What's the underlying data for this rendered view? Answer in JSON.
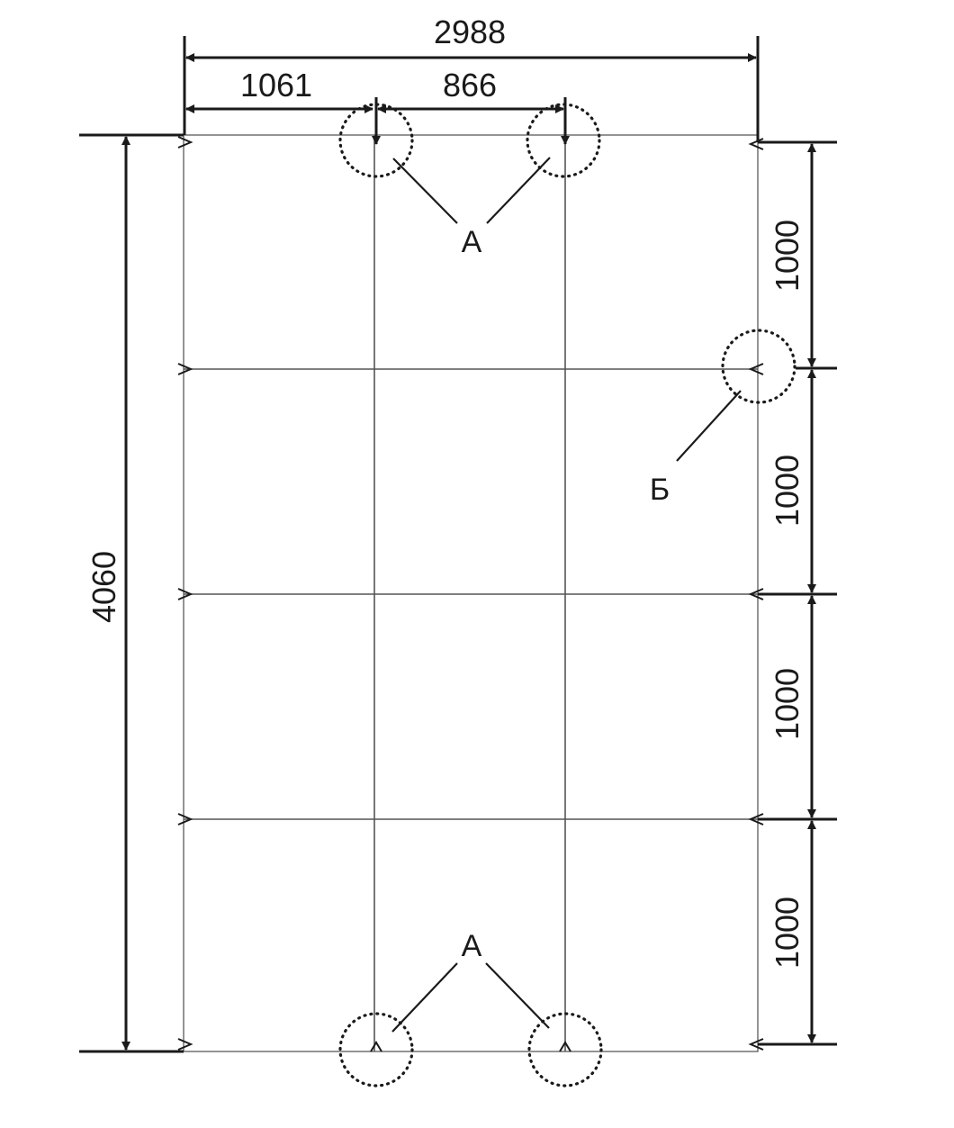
{
  "dimensions": {
    "overall_width": "2988",
    "left_offset": "1061",
    "post_spacing": "866",
    "overall_length": "4060",
    "bay_1": "1000",
    "bay_2": "1000",
    "bay_3": "1000",
    "bay_4": "1000"
  },
  "labels": {
    "detail_a_top": "А",
    "detail_a_bottom": "А",
    "detail_b": "Б"
  },
  "colors": {
    "lines": "#1a1a1a",
    "grid": "#555555",
    "background": "#ffffff"
  }
}
